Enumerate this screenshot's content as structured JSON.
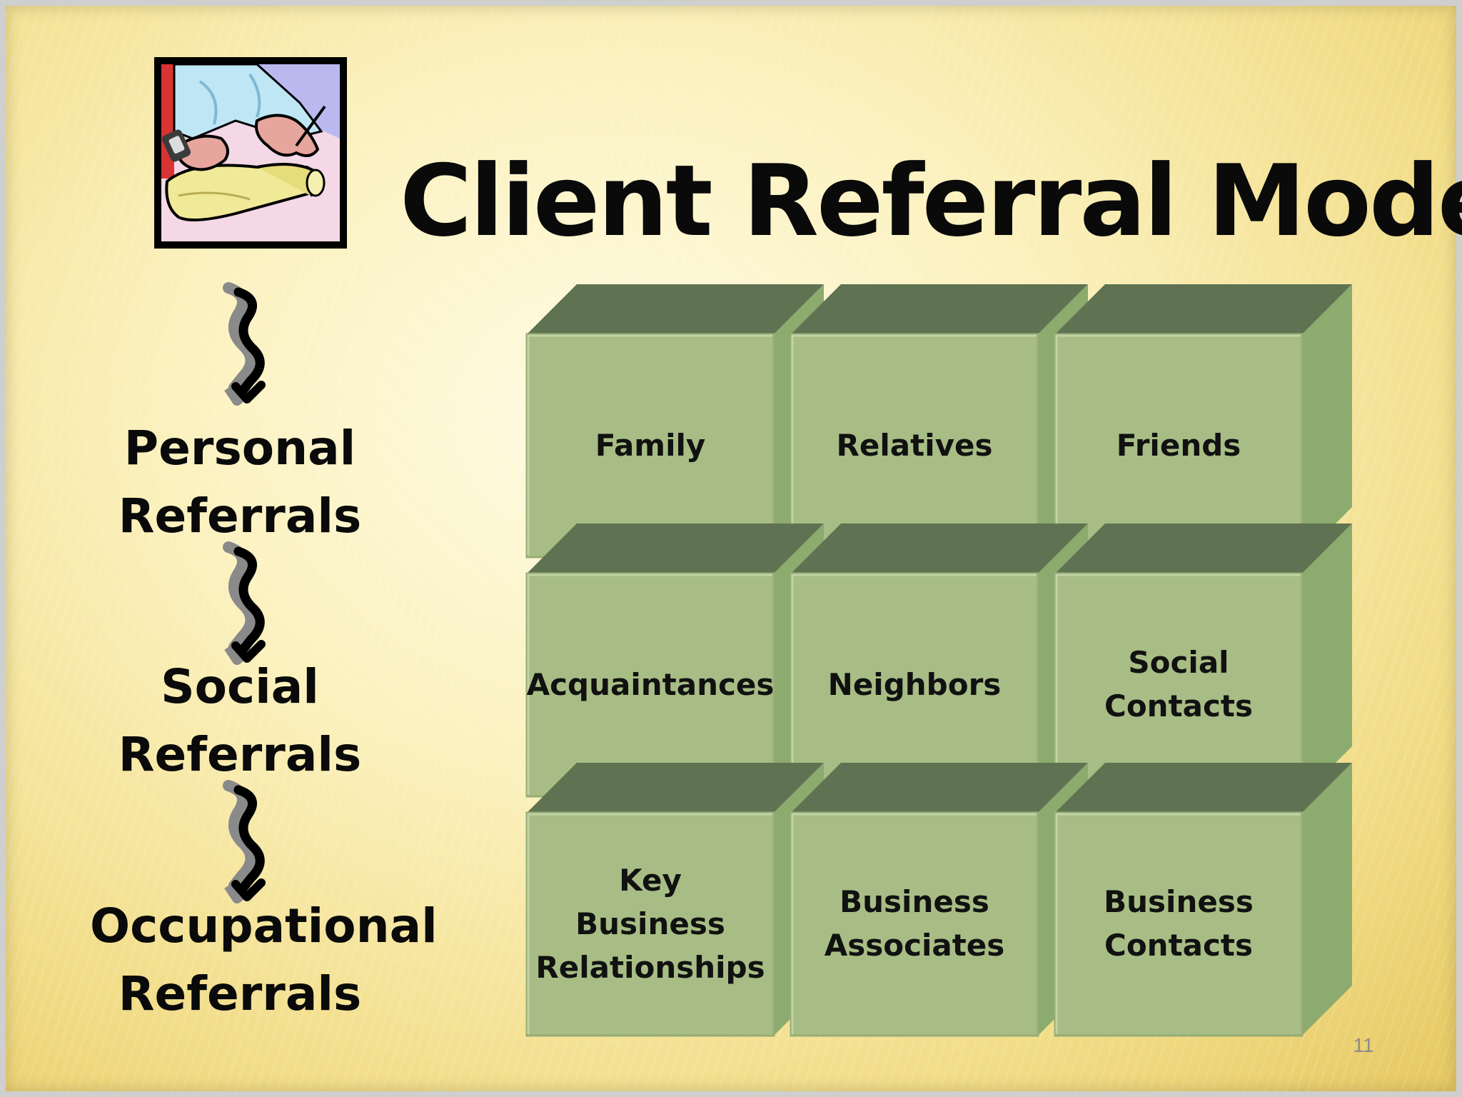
{
  "slide": {
    "title": "Client Referral Model",
    "slide_number": "11"
  },
  "levels": [
    {
      "line1": "Personal",
      "line2": "Referrals"
    },
    {
      "line1": "Social",
      "line2": "Referrals"
    },
    {
      "line1": "Occupational",
      "line2": "Referrals"
    }
  ],
  "grid": {
    "rows": [
      [
        {
          "lines": [
            "Family"
          ]
        },
        {
          "lines": [
            "Relatives"
          ]
        },
        {
          "lines": [
            "Friends"
          ]
        }
      ],
      [
        {
          "lines": [
            "Acquaintances"
          ]
        },
        {
          "lines": [
            "Neighbors"
          ]
        },
        {
          "lines": [
            "Social",
            "Contacts"
          ]
        }
      ],
      [
        {
          "lines": [
            "Key",
            "Business",
            "Relationships"
          ]
        },
        {
          "lines": [
            "Business",
            "Associates"
          ]
        },
        {
          "lines": [
            "Business",
            "Contacts"
          ]
        }
      ]
    ]
  },
  "colors": {
    "cube_front": "#a7bd85",
    "cube_top": "#5f7352",
    "cube_side": "#8cab6f",
    "background": "#fbf1bd"
  },
  "icons": {
    "clipart": "person-writing-on-scroll-icon",
    "connector": "squiggle-arrow-down-icon"
  }
}
